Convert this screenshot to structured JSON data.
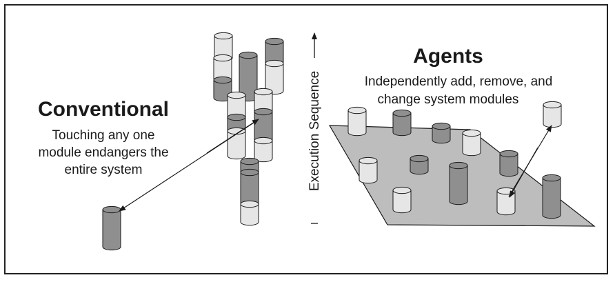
{
  "conventional": {
    "title": "Conventional",
    "description_lines": [
      "Touching any one",
      "module endangers the",
      "entire system"
    ]
  },
  "axis": {
    "label": "Execution Sequence"
  },
  "agents": {
    "title": "Agents",
    "description_lines": [
      "Independently add, remove, and",
      "change system modules"
    ]
  },
  "colors": {
    "light_module": "#e6e6e6",
    "dark_module": "#8f8f8f",
    "platform": "#bdbdbd",
    "outline": "#1a1a1a"
  }
}
